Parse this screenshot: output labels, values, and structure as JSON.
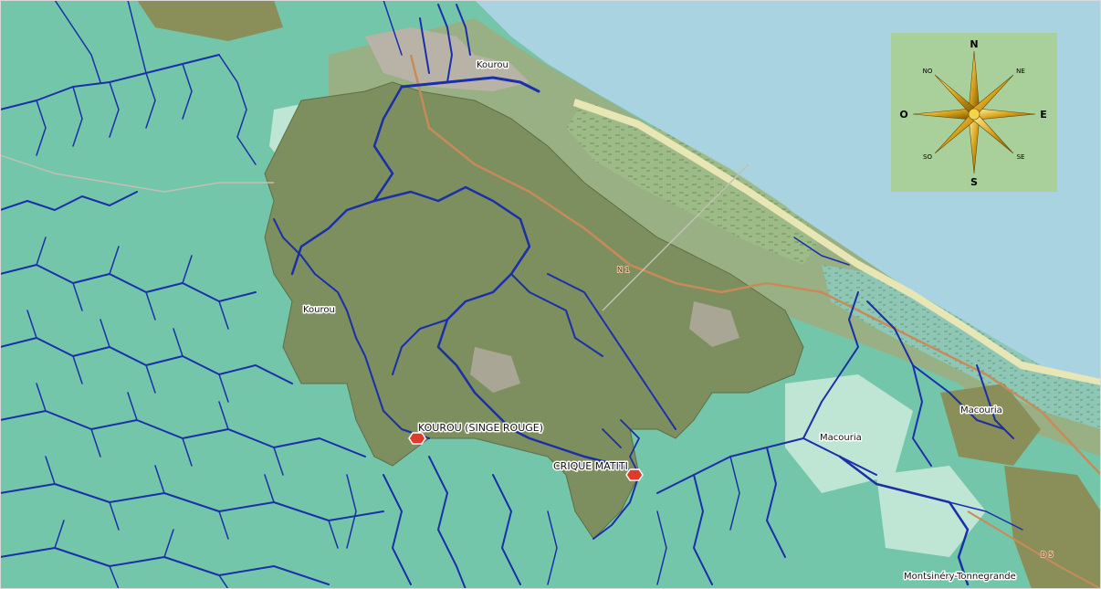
{
  "map": {
    "labels": {
      "kourou_town": "Kourou",
      "kourou_commune": "Kourou",
      "macouria_commune": "Macouria",
      "macouria_coast": "Macouria",
      "montsinery": "Montsinéry-Tonnegrande",
      "road_n1": "N 1",
      "road_d5": "D 5"
    },
    "stations": [
      {
        "name": "KOUROU (SINGE ROUGE)"
      },
      {
        "name": "CRIQUE MATITI"
      }
    ],
    "compass": {
      "n": "N",
      "s": "S",
      "e": "E",
      "o": "O",
      "ne": "NE",
      "no": "NO",
      "se": "SE",
      "so": "SO"
    },
    "colors": {
      "sea": "#a9d3e0",
      "basin": "#7d8f5e",
      "land_teal": "#74c6aa",
      "river": "#1a2fa8",
      "road": "#c98a5a",
      "compass_bg": "#a9d09a",
      "station_marker": "#e03a2a"
    }
  }
}
